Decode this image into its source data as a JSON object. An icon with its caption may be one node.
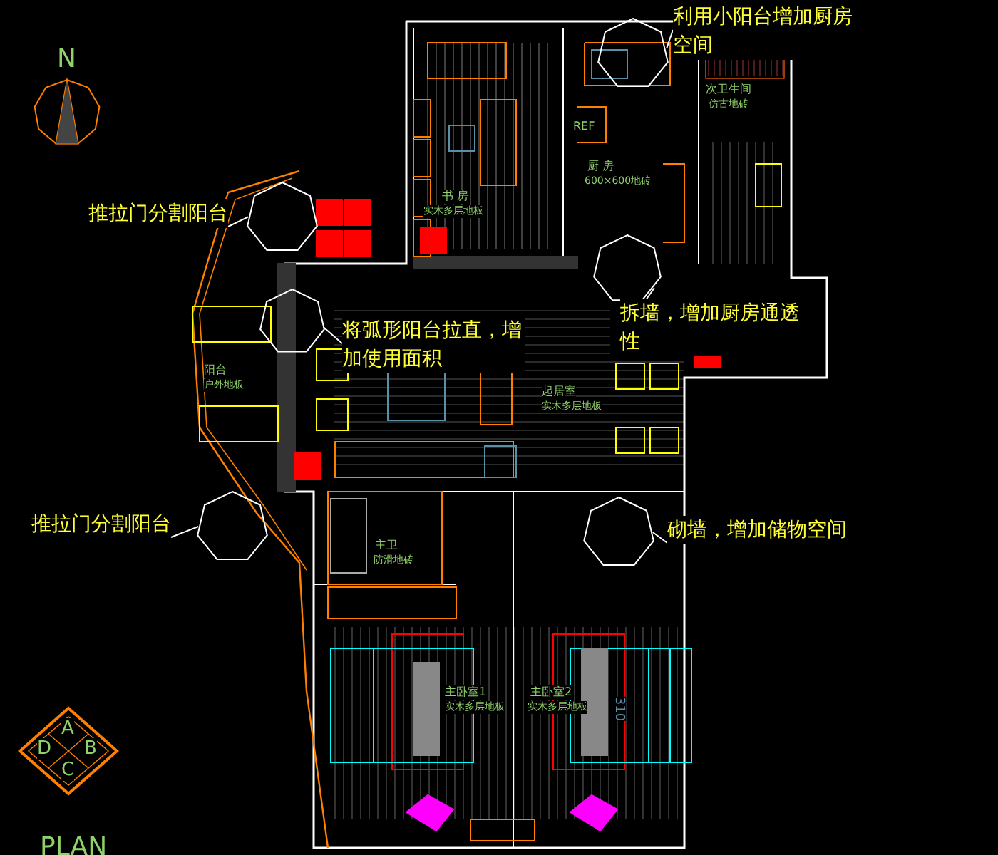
{
  "diagram": {
    "nodes": [
      {
        "text": [
          "利用小阳台增加厨房空间"
        ]
      },
      {
        "text": [
          "拆墙，增加厨房通透性"
        ]
      },
      {
        "text": [
          "推拉门分割阳台"
        ]
      },
      {
        "text": [
          "将弧形阳台拉直，增加使用面积"
        ]
      },
      {
        "text": [
          "推拉门分割阳台"
        ]
      },
      {
        "text": [
          "砌墙，增加储物空间"
        ]
      },
      {
        "text": [],
        "shape": "circle"
      },
      {
        "text": [],
        "shape": "circle"
      },
      {
        "text": [],
        "shape": "circle"
      },
      {
        "text": [],
        "shape": "circle"
      },
      {
        "text": [],
        "shape": "circle"
      },
      {
        "text": [],
        "shape": "circle"
      }
    ],
    "edges": [
      {
        "from": 0,
        "to": 6,
        "arrow": "none"
      },
      {
        "from": 1,
        "to": 7,
        "arrow": "none"
      },
      {
        "from": 2,
        "to": 8,
        "arrow": "none"
      },
      {
        "from": 3,
        "to": 9,
        "arrow": "none"
      },
      {
        "from": 4,
        "to": 10,
        "arrow": "none"
      },
      {
        "from": 5,
        "to": 11,
        "arrow": "none"
      }
    ],
    "labels": [
      "N",
      "次卫生间",
      "仿古地砖",
      "REF",
      "厨 房",
      "600×600地砖",
      "书 房",
      "实木多层地板",
      "阳台",
      "户外地板",
      "起居室",
      "实木多层地板",
      "主卫",
      "防滑地砖",
      "主卧室1",
      "实木多层地板",
      "主卧室2",
      "实木多层地板",
      "310",
      "A",
      "D",
      "B",
      "C",
      "PLAN"
    ]
  }
}
